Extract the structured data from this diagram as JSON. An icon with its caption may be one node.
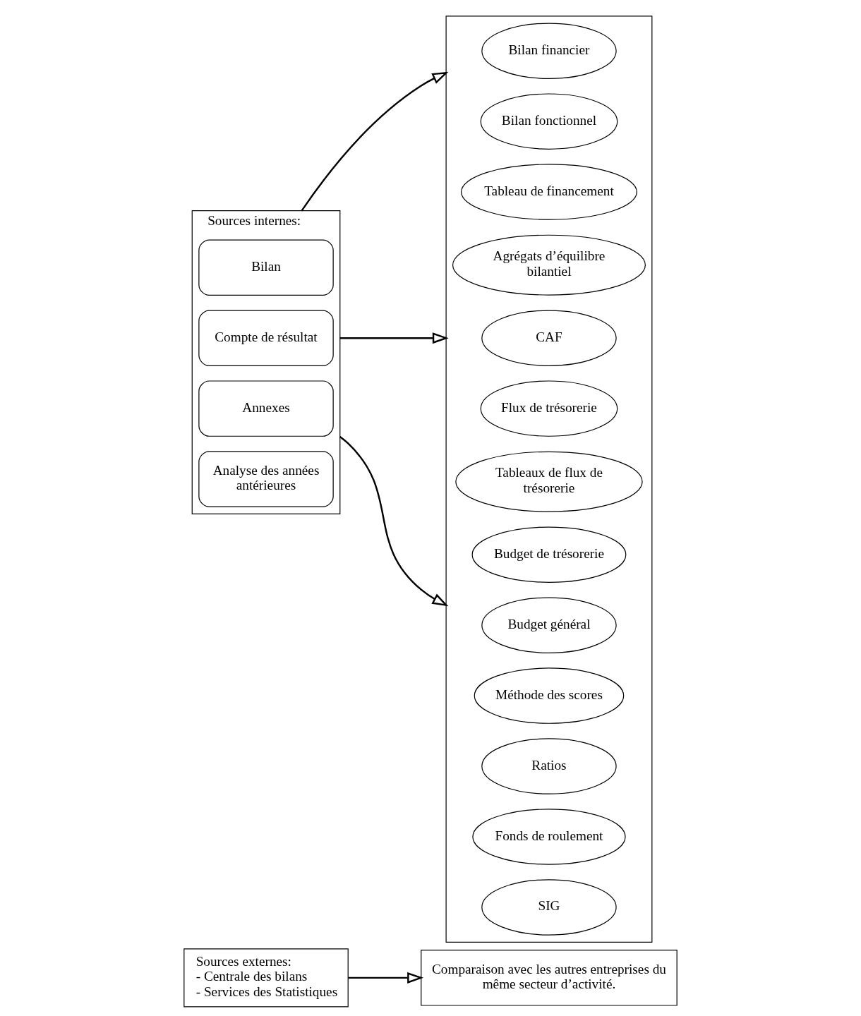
{
  "diagram": {
    "nodes": [
      {
        "text": [
          "Sources externes:",
          "- Centrale des bilans",
          "- Services des Statistiques"
        ]
      },
      {
        "text": [
          "Comparaison avec les autres entreprises du même secteur d’activité."
        ]
      },
      {
        "text": [
          "Sources internes:"
        ]
      },
      {
        "text": [
          "Bilan"
        ],
        "in": 2
      },
      {
        "text": [
          "Compte de résultat"
        ],
        "in": 2
      },
      {
        "text": [
          "Annexes"
        ],
        "in": 2
      },
      {
        "text": [
          "Analyse des années antérieures"
        ],
        "in": 2
      },
      {
        "text": [],
        "shape": "box"
      },
      {
        "text": [
          "Bilan financier"
        ],
        "in": 7
      },
      {
        "text": [
          "Bilan fonctionnel"
        ],
        "in": 7
      },
      {
        "text": [
          "Tableau de financement"
        ],
        "in": 7
      },
      {
        "text": [
          "Agrégats d’équilibre bilantiel"
        ],
        "in": 7
      },
      {
        "text": [
          "CAF"
        ],
        "in": 7
      },
      {
        "text": [
          "Flux de trésorerie"
        ],
        "in": 7
      },
      {
        "text": [
          "Tableaux de flux de trésorerie"
        ],
        "in": 7
      },
      {
        "text": [
          "Budget de trésorerie"
        ],
        "in": 7
      },
      {
        "text": [
          "Budget général"
        ],
        "in": 7
      },
      {
        "text": [
          "Méthode des scores"
        ],
        "in": 7
      },
      {
        "text": [
          "Ratios"
        ],
        "in": 7
      },
      {
        "text": [
          "Fonds de roulement"
        ],
        "in": 7
      },
      {
        "text": [
          "SIG"
        ],
        "in": 7
      }
    ],
    "edges": [
      {
        "from": 0,
        "to": 1,
        "arrow": "to"
      },
      {
        "from": 2,
        "to": 7,
        "arrow": "to"
      },
      {
        "from": 2,
        "to": 7,
        "arrow": "to"
      },
      {
        "from": 2,
        "to": 7,
        "arrow": "to"
      }
    ]
  }
}
